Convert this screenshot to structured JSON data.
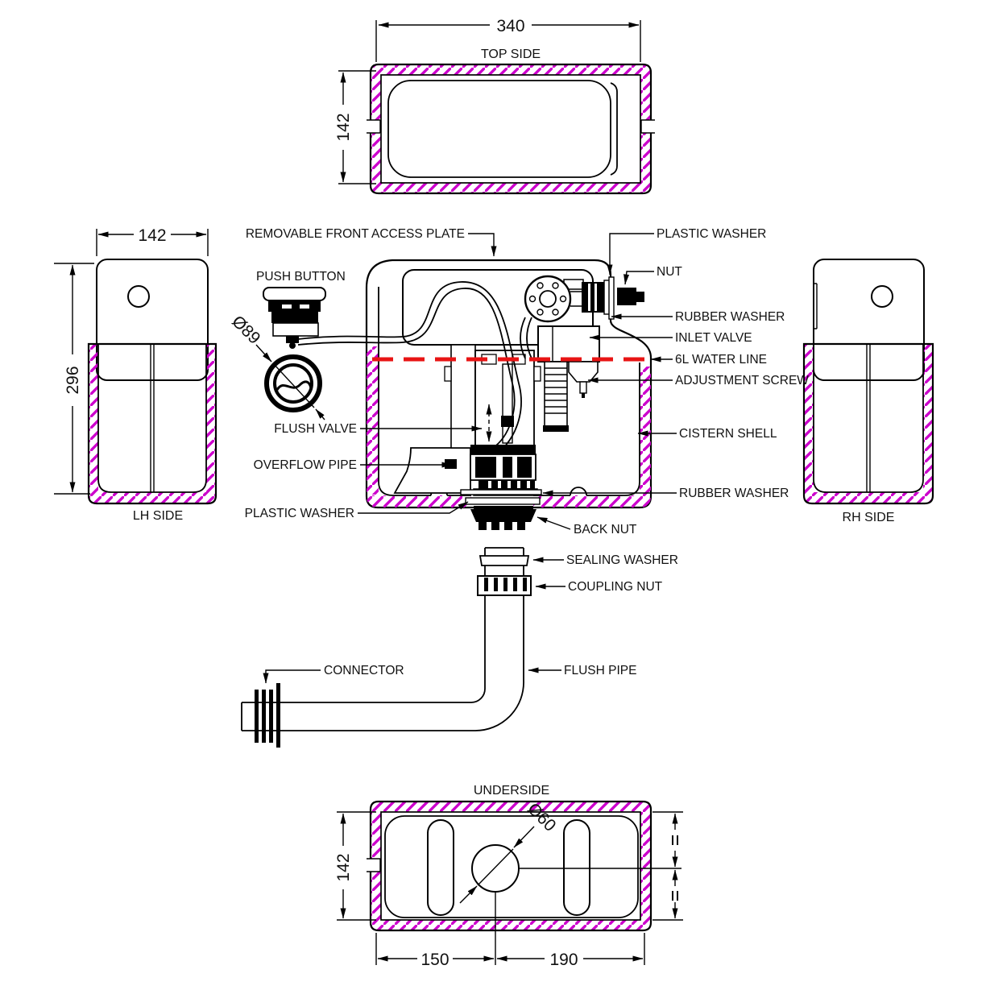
{
  "colors": {
    "hatch": "#cc00cc",
    "water_line": "#e81414",
    "line": "#000000",
    "label_text": "#111111",
    "background": "#ffffff"
  },
  "views": {
    "top_side": {
      "title": "TOP SIDE",
      "dims": {
        "width": "340",
        "depth": "142"
      }
    },
    "lh_side": {
      "title": "LH SIDE",
      "dims": {
        "width": "142",
        "height": "296"
      }
    },
    "rh_side": {
      "title": "RH SIDE"
    },
    "front": {
      "dims": {
        "push_button_diameter": "Ø89"
      }
    },
    "underside": {
      "title": "UNDERSIDE",
      "dims": {
        "depth": "142",
        "outlet_offset_left": "150",
        "outlet_offset_right": "190",
        "outlet_diameter": "Ø60"
      }
    }
  },
  "labels": {
    "removable_front_access_plate": "REMOVABLE FRONT ACCESS PLATE",
    "push_button": "PUSH BUTTON",
    "plastic_washer_top": "PLASTIC WASHER",
    "nut": "NUT",
    "rubber_washer_top": "RUBBER WASHER",
    "inlet_valve": "INLET VALVE",
    "water_line_6l": "6L WATER LINE",
    "adjustment_screw": "ADJUSTMENT SCREW",
    "cistern_shell": "CISTERN SHELL",
    "rubber_washer_bottom": "RUBBER WASHER",
    "flush_valve": "FLUSH VALVE",
    "overflow_pipe": "OVERFLOW PIPE",
    "plastic_washer_bottom": "PLASTIC WASHER",
    "back_nut": "BACK NUT",
    "sealing_washer": "SEALING WASHER",
    "coupling_nut": "COUPLING NUT",
    "connector": "CONNECTOR",
    "flush_pipe": "FLUSH PIPE"
  }
}
